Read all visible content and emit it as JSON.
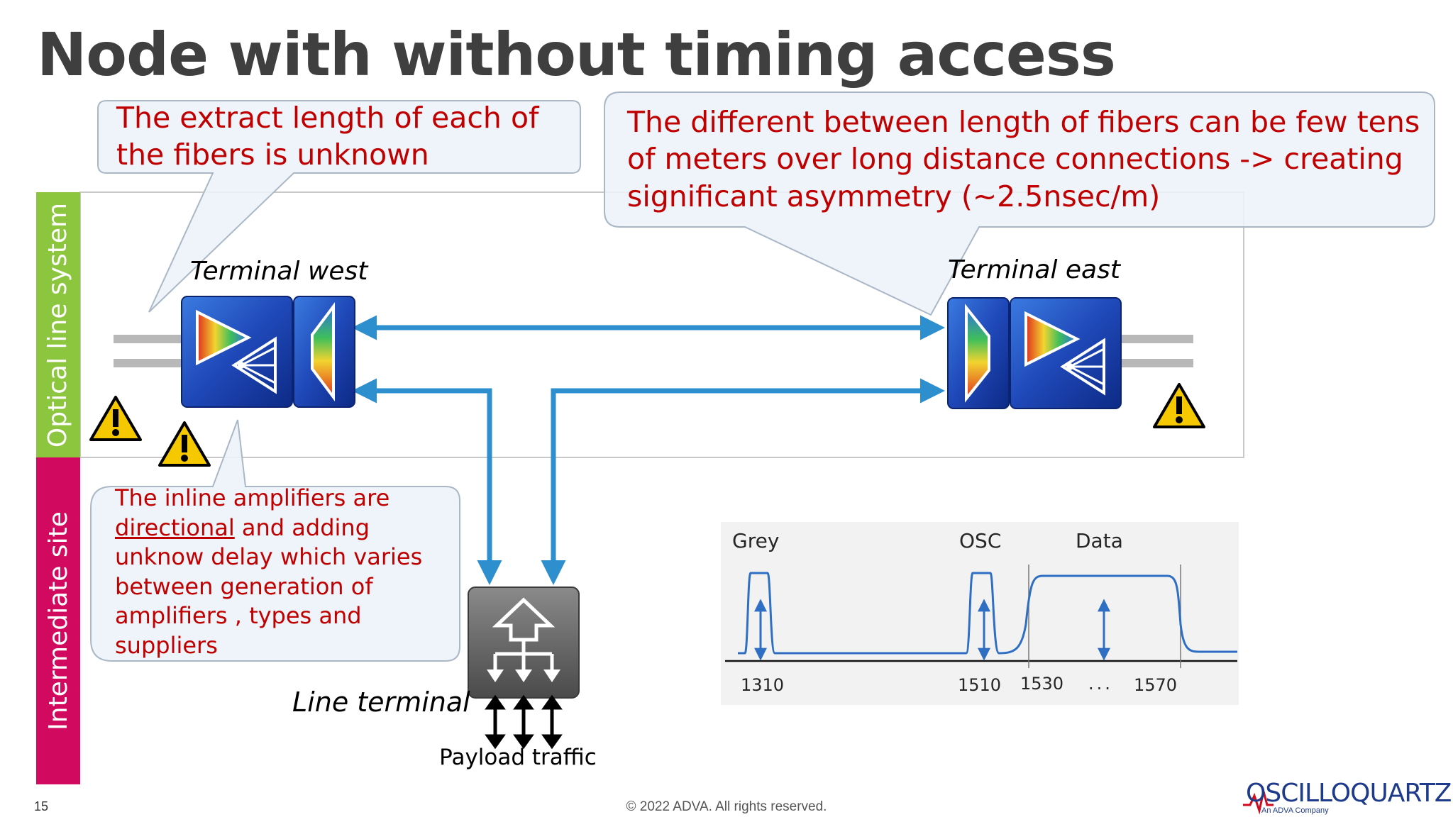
{
  "title": "Node with without timing access",
  "sidebar": {
    "optical_line_system": "Optical line system",
    "intermediate_site": "Intermediate site"
  },
  "callouts": {
    "fiber_length": "The extract length of each of the fibers is unknown",
    "fiber_difference": "The different between length of fibers can be few tens of meters over long distance connections -> creating significant  asymmetry (~2.5nsec/m)",
    "amplifiers": {
      "line1": "The inline amplifiers are",
      "underlined": "directional",
      "line2": " and adding",
      "rest": "unknow delay which varies between generation of amplifiers , types and suppliers"
    }
  },
  "labels": {
    "terminal_west": "Terminal west",
    "terminal_east": "Terminal east",
    "line_terminal": "Line terminal",
    "payload_traffic": "Payload traffic"
  },
  "spectrum": {
    "band_labels": [
      "Grey",
      "OSC",
      "Data"
    ],
    "wavelengths": [
      "1310",
      "1510",
      "1530",
      "...",
      "1570"
    ]
  },
  "footer": {
    "page_number": "15",
    "copyright": "© 2022 ADVA. All rights reserved.",
    "brand": "OSCILLOQUARTZ",
    "brand_sub": "An ADVA Company"
  },
  "colors": {
    "accent_red": "#c00000",
    "optical_green": "#8cc63f",
    "intermediate_magenta": "#d10a5f",
    "fiber_blue": "#2e8fce",
    "device_blue": "#1f48b8"
  },
  "icons": [
    "warning-icon",
    "amplifier-icon",
    "mux-icon",
    "line-terminal-icon"
  ]
}
